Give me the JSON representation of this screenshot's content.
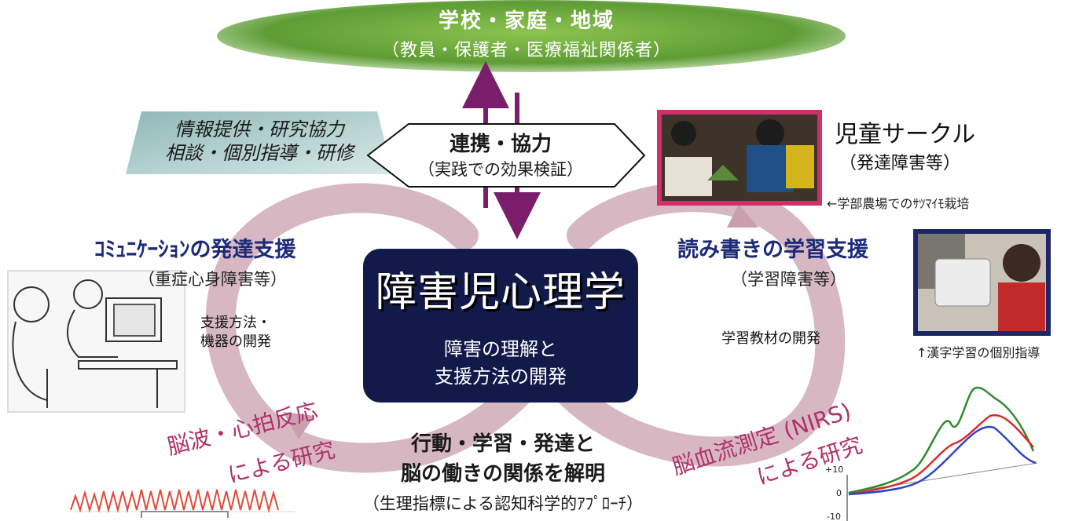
{
  "community": {
    "title": "学校・家庭・地域",
    "subtitle": "（教員・保護者・医療福祉関係者）"
  },
  "services": {
    "line1": "情報提供・研究協力",
    "line2": "相談・個別指導・研修"
  },
  "cooperation": {
    "title": "連携・協力",
    "subtitle": "（実践での効果検証）"
  },
  "core": {
    "title": "障害児心理学",
    "line1": "障害の理解と",
    "line2": "支援方法の開発"
  },
  "left_area": {
    "heading": "ｺﾐｭﾆｹｰｼｮﾝの発達支援",
    "subheading": "（重症心身障害等）",
    "dev_line1": "支援方法・",
    "dev_line2": "機器の開発"
  },
  "right_area": {
    "heading": "読み書きの学習支援",
    "subheading": "（学習障害等）",
    "dev": "学習教材の開発",
    "photo_caption": "↑漢字学習の個別指導"
  },
  "circle": {
    "title": "児童サークル",
    "subtitle": "（発達障害等）",
    "photo_caption": "←学部農場でのｻﾂﾏｲﾓ栽培"
  },
  "research_left": {
    "line1": "脳波・心拍反応",
    "line2": "による研究"
  },
  "research_right": {
    "line1": "脳血流測定 (NIRS)",
    "line2": "による研究"
  },
  "bottom": {
    "line1": "行動・学習・発達と",
    "line2": "脳の働きの関係を解明",
    "subtitle": "（生理指標による認知科学的ｱﾌﾟﾛｰﾁ）"
  },
  "nirs_chart": {
    "tick_top": "+10",
    "tick_mid": "0",
    "tick_bottom": "-10"
  },
  "colors": {
    "ellipse_green": "#6fae3c",
    "core_navy": "#121a4a",
    "heading_blue": "#1b2a7a",
    "loop_pink": "#c9a0ad",
    "arrow_purple": "#7a1d6b",
    "frame_magenta": "#d0306a",
    "frame_navy": "#1e2766",
    "tag_teal": "#b5d3d2"
  }
}
